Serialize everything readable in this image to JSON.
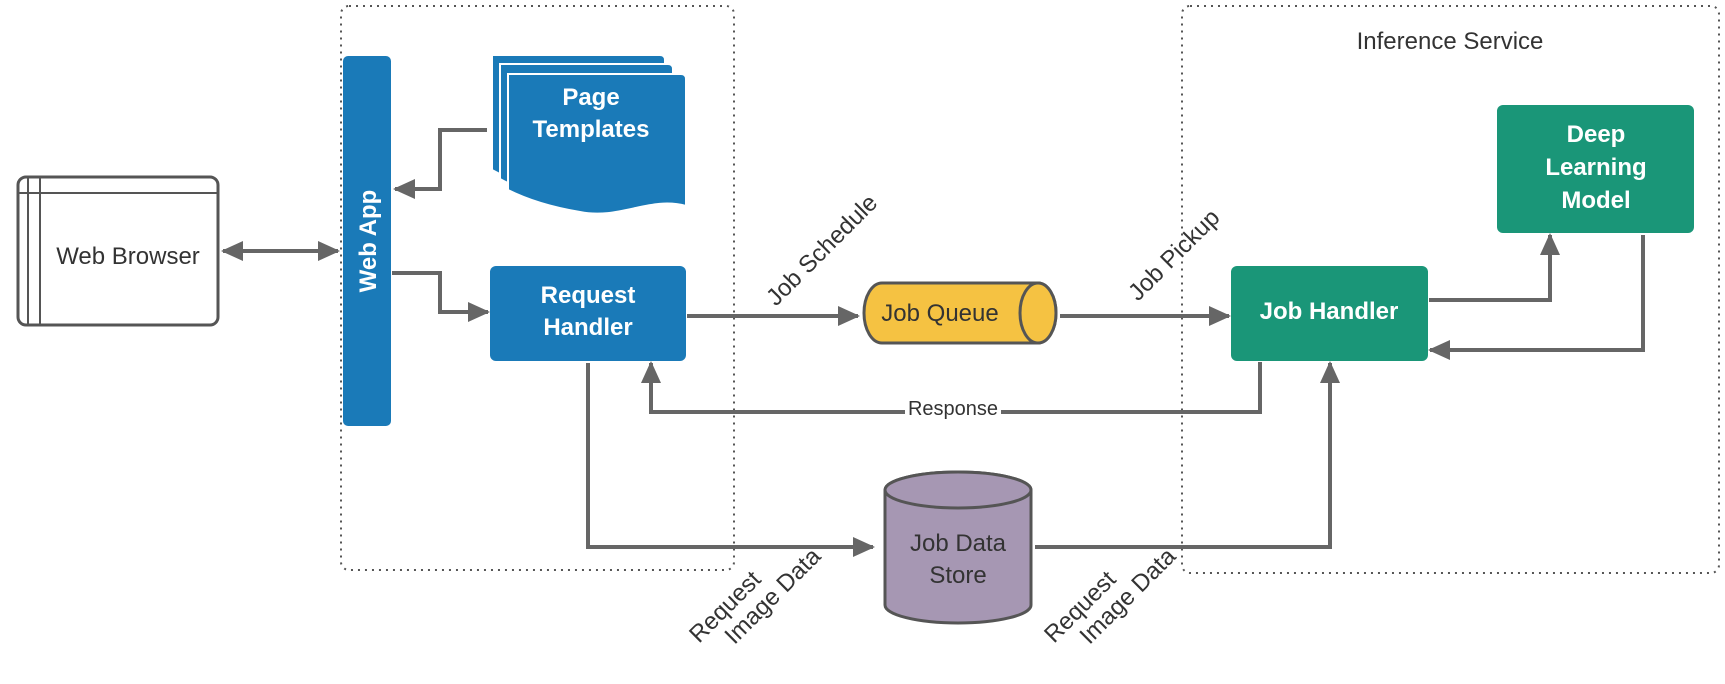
{
  "nodes": {
    "web_browser": "Web Browser",
    "web_app": "Web App",
    "page_templates": [
      "Page",
      "Templates"
    ],
    "request_handler": [
      "Request",
      "Handler"
    ],
    "job_queue": "Job Queue",
    "job_handler": "Job Handler",
    "deep_learning_model": [
      "Deep",
      "Learning",
      "Model"
    ],
    "job_data_store": [
      "Job Data",
      "Store"
    ]
  },
  "groups": {
    "inference_service": "Inference Service"
  },
  "edges": {
    "job_schedule": "Job Schedule",
    "job_pickup": "Job Pickup",
    "response": "Response",
    "request_image_data_left": [
      "Request",
      "Image Data"
    ],
    "request_image_data_right": [
      "Request",
      "Image Data"
    ]
  },
  "colors": {
    "blue": "#1a7ab8",
    "green": "#1a9678",
    "yellow": "#f5c242",
    "purple": "#a697b3",
    "edge": "#666666"
  }
}
